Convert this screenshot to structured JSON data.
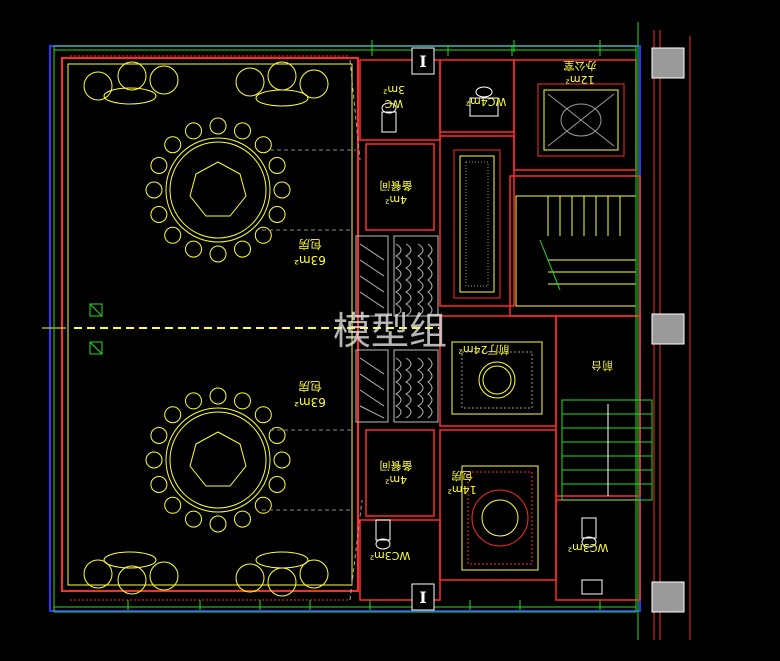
{
  "watermark": "模型组",
  "marker_glyph": "I",
  "labels": {
    "private_room_top": "包房",
    "private_room_top_area": "63m²",
    "private_room_bottom": "包房",
    "private_room_bottom_area": "63m²",
    "wc_top_left": "WC",
    "wc_top_left_area": "3m²",
    "wc_top_mid": "WC4m²",
    "service_top": "备餐间",
    "service_top_area": "4m²",
    "service_bottom": "备餐间",
    "service_bottom_area": "4m²",
    "office_top_right": "办公室",
    "office_top_right_area": "12m²",
    "hall": "前厅24m²",
    "front_desk": "前台",
    "private_small": "包房",
    "private_small_area": "14m²",
    "wc_bottom_left": "WC3m²",
    "wc_bottom_right": "WC3m²"
  },
  "colors": {
    "background": "#000000",
    "wall_red": "#ff2a2a",
    "furniture_yellow": "#ffff33",
    "dimension_green": "#22dd22",
    "outer_blue": "#3333ff",
    "hatch_gray": "#9a9a9a",
    "cyan_detail": "#33dddd",
    "magenta_detail": "#ff44ff"
  }
}
